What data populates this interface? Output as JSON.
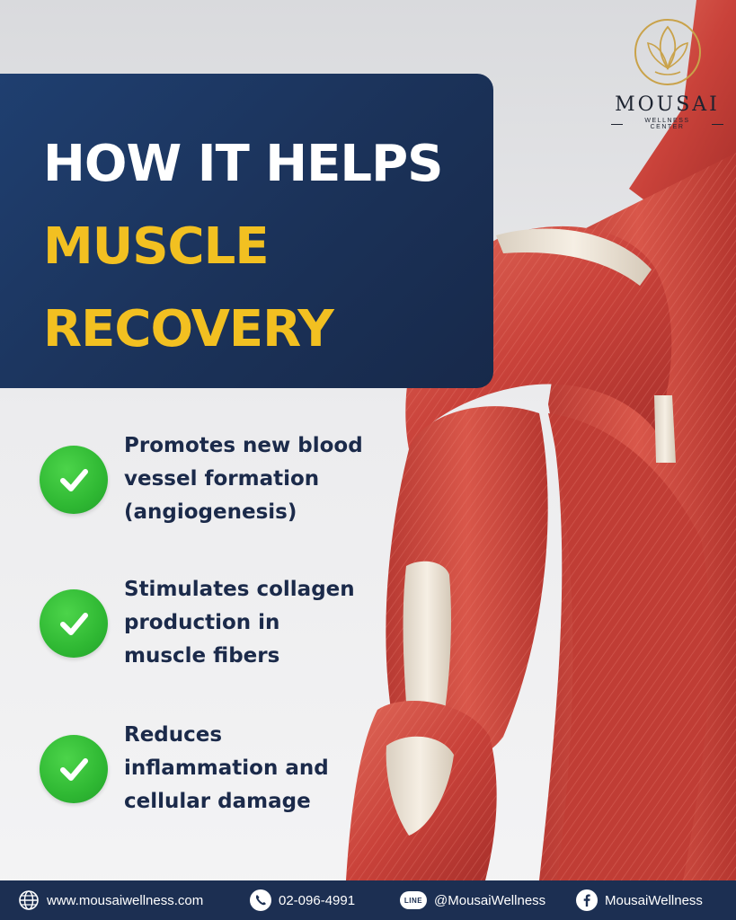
{
  "brand": {
    "name": "MOUSAI",
    "tagline": "WELLNESS CENTER",
    "accent_gold": "#c9a24a",
    "navy": "#1c2f52",
    "yellow": "#f2c021",
    "green": "#2fb833"
  },
  "title": {
    "line1": "HOW IT HELPS",
    "line2": "MUSCLE",
    "line3": "RECOVERY"
  },
  "benefits": [
    {
      "lines": [
        "Promotes new blood",
        "vessel formation",
        "(angiogenesis)"
      ],
      "icon": "check-circle-icon"
    },
    {
      "lines": [
        "Stimulates collagen",
        "production in",
        "muscle fibers"
      ],
      "icon": "check-circle-icon"
    },
    {
      "lines": [
        "Reduces",
        "inflammation and",
        "cellular damage"
      ],
      "icon": "check-circle-icon"
    }
  ],
  "footer": {
    "website": "www.mousaiwellness.com",
    "phone": "02-096-4991",
    "line_label": "LINE",
    "line": "@MousaiWellness",
    "facebook": "MousaiWellness"
  }
}
